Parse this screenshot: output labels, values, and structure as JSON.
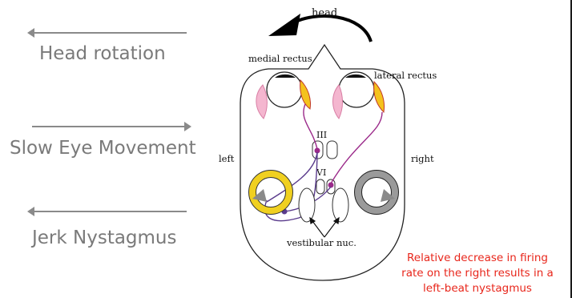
{
  "left_panel": {
    "head_rotation": "Head rotation",
    "slow_eye_movement": "Slow Eye Movement",
    "jerk_nystagmus": "Jerk Nystagmus"
  },
  "diagram": {
    "head": "head",
    "medial_rectus": "medial rectus",
    "lateral_rectus": "lateral rectus",
    "nucleus_iii": "III",
    "nucleus_vi": "VI",
    "left": "left",
    "right": "right",
    "vestibular_nuc": "vestibular nuc."
  },
  "note": {
    "line1": "Relative decrease in firing",
    "line2": "rate on the right results in a",
    "line3": "left-beat nystagmus"
  },
  "colors": {
    "labels": "#7a7a7a",
    "note": "#e8261b",
    "muscle_fill": "#f4c21d",
    "muscle_pink": "#f4b6cf",
    "canal_active": "#f0d020",
    "canal_reduced": "#9a9a9a",
    "pathway": "#9b2a8a",
    "neuron": "#5a3b8c"
  }
}
